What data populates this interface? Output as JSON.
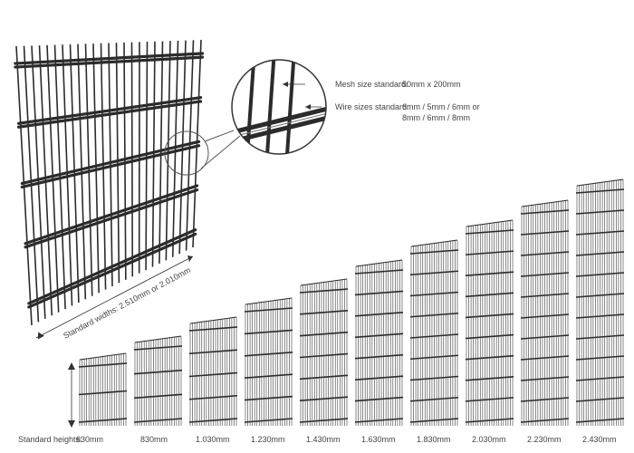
{
  "specs": {
    "mesh_label": "Mesh size standard:",
    "mesh_value": "50mm x 200mm",
    "wire_label": "Wire sizes standard:",
    "wire_value_line1": "6mm / 5mm / 6mm or",
    "wire_value_line2": "8mm / 6mm / 8mm"
  },
  "widths_label": "Standard widths: 2.510mm or 2.010mm",
  "heights_label": "Standard heights:",
  "panels": [
    {
      "height_label": "630mm"
    },
    {
      "height_label": "830mm"
    },
    {
      "height_label": "1.030mm"
    },
    {
      "height_label": "1.230mm"
    },
    {
      "height_label": "1.430mm"
    },
    {
      "height_label": "1.630mm"
    },
    {
      "height_label": "1.830mm"
    },
    {
      "height_label": "2.030mm"
    },
    {
      "height_label": "2.230mm"
    },
    {
      "height_label": "2.430mm"
    }
  ],
  "colors": {
    "wire": "#2b2b2b",
    "wire_light": "#555555",
    "text": "#444444"
  }
}
